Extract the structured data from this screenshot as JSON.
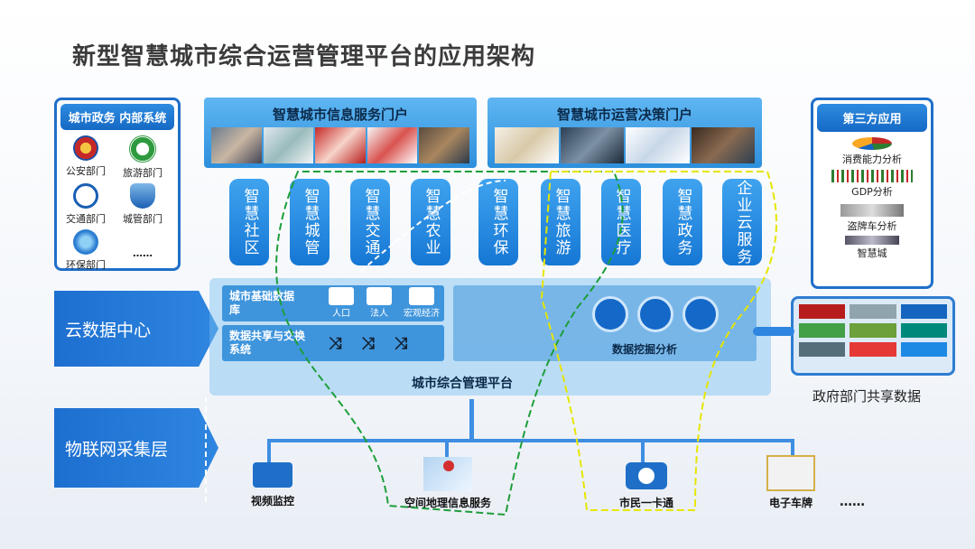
{
  "title": "新型智慧城市综合运营管理平台的应用架构",
  "left_panel": {
    "header": "城市政务 内部系统",
    "depts": [
      "公安部门",
      "旅游部门",
      "交通部门",
      "城管部门",
      "环保部门",
      "……"
    ]
  },
  "portals": {
    "info": "智慧城市信息服务门户",
    "decision": "智慧城市运营决策门户"
  },
  "apps": [
    "智慧社区",
    "智慧城管",
    "智慧交通",
    "智慧农业",
    "智慧环保",
    "智慧旅游",
    "智慧医疗",
    "智慧政务",
    "企业云服务"
  ],
  "right_panel": {
    "header": "第三方应用",
    "items": [
      "消费能力分析",
      "GDP分析",
      "盗牌车分析",
      "智慧城"
    ]
  },
  "layers": {
    "cloud": "云数据中心",
    "iot": "物联网采集层"
  },
  "cloud": {
    "db_label": "城市基础数据库",
    "db_icons": [
      "人口",
      "法人",
      "宏观经济"
    ],
    "exchange_label": "数据共享与交换系统",
    "mining_label": "数据挖掘分析",
    "platform_label": "城市综合管理平台"
  },
  "gov_shared": "政府部门共享数据",
  "devices": [
    "视频监控",
    "空间地理信息服务",
    "市民一卡通",
    "电子车牌",
    "……"
  ],
  "colors": {
    "primary_blue": "#1f6fc8",
    "light_blue": "#3fa3ef",
    "green_dash": "#1e9e3a",
    "yellow_dash": "#e6e600",
    "title_gray": "#3b3b3b"
  }
}
